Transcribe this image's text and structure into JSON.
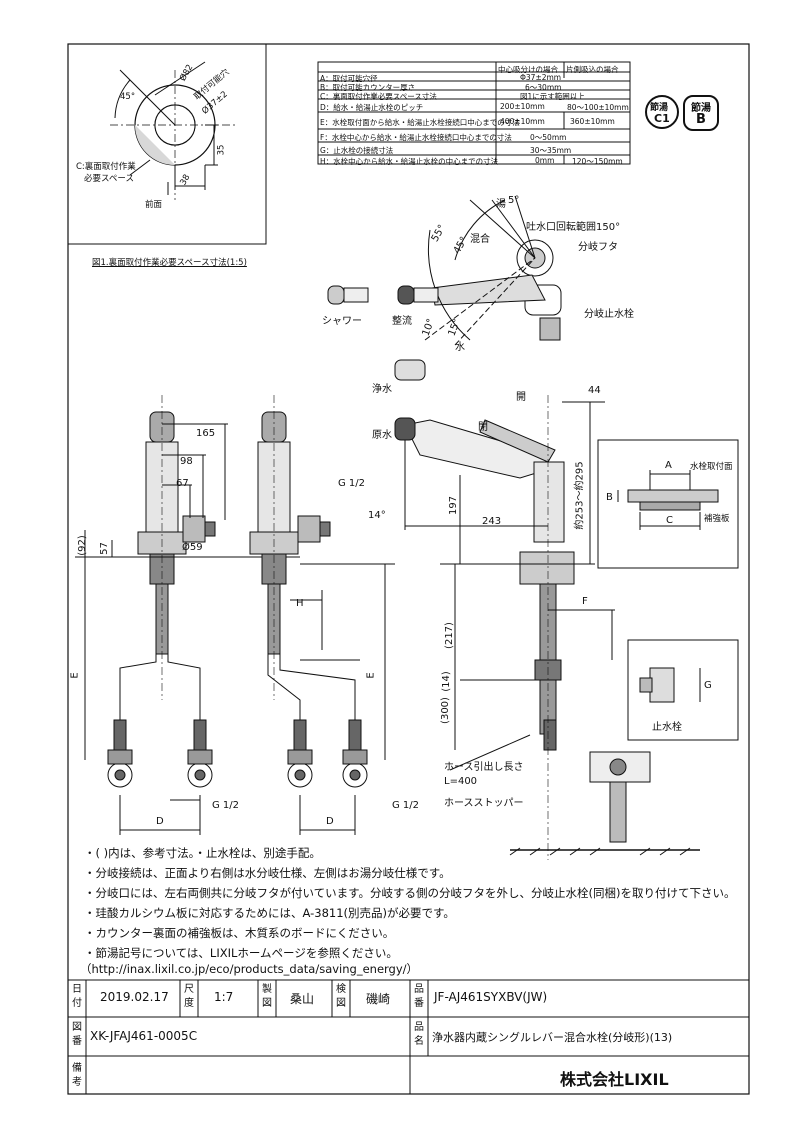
{
  "badges": {
    "water": {
      "top": "節湯",
      "grade": "C1"
    },
    "hot": {
      "top": "節湯",
      "grade": "B"
    }
  },
  "spec_table": {
    "head_a": "中心吸分けの場合",
    "head_b": "片側吸込の場合",
    "rows": [
      {
        "label": "A：取付可能穴径",
        "a": "Φ37±2mm",
        "b": ""
      },
      {
        "label": "B：取付可能カウンター厚さ",
        "a": "6〜30mm",
        "b": ""
      },
      {
        "label": "C：裏面取付作業必要スペース寸法",
        "a": "図1に示す範囲以上",
        "b": ""
      },
      {
        "label": "D：給水・給湯止水栓のピッチ",
        "a": "200±10mm",
        "b": "80〜100±10mm"
      },
      {
        "label": "E：水栓取付面から給水・給湯止水栓接続口中心までの寸法",
        "a": "400±10mm",
        "b": "360±10mm"
      },
      {
        "label": "F：水栓中心から給水・給湯止水栓接続口中心までの寸法",
        "a": "0〜50mm",
        "b": ""
      },
      {
        "label": "G：止水栓の接続寸法",
        "a": "30〜35mm",
        "b": ""
      },
      {
        "label": "H：水栓中心から給水・給湯止水栓の中心までの寸法",
        "a": "0mm",
        "b": "120〜150mm"
      }
    ]
  },
  "fig1": {
    "caption": "図1.裏面取付作業必要スペース寸法(1:5)",
    "angle": "45°",
    "dia_outer": "Ø82",
    "hole_label": "取付可能穴",
    "dia_hole": "Ø37±2",
    "dim_35": "35",
    "dim_38": "38",
    "space_label_1": "C:裏面取付作業",
    "space_label_2": "必要スペース",
    "front": "前面"
  },
  "spout_detail": {
    "hot": "湯",
    "angle_5": "5°",
    "angle_55": "55°",
    "angle_45": "45°",
    "mix": "混合",
    "rotation": "吐水口回転範囲150°",
    "branch_cap": "分岐フタ",
    "branch_valve": "分岐止水栓",
    "shower": "シャワー",
    "straight": "整流",
    "angle_10": "10°",
    "angle_15": "15°",
    "water": "水"
  },
  "front_view": {
    "d165": "165",
    "d98": "98",
    "d67": "67",
    "d92": "(92)",
    "d57": "57",
    "dia59": "Ø59",
    "g12": "G 1/2",
    "e": "E",
    "d": "D"
  },
  "side_view": {
    "g12": "G 1/2",
    "h": "H",
    "e": "E",
    "d": "D"
  },
  "right_view": {
    "purified": "浄水",
    "raw": "原水",
    "closed": "閉",
    "open": "開",
    "d44": "44",
    "d197": "197",
    "d243": "243",
    "d14deg": "14°",
    "d253": "約253〜約295",
    "d217": "(217)",
    "d14": "(14)",
    "d300": "(300)",
    "f": "F",
    "hose_len": "ホース引出し長さ",
    "hose_l": "L=400",
    "hose_stop": "ホースストッパー"
  },
  "counter_detail": {
    "a": "A",
    "b": "B",
    "c": "C",
    "mount_face": "水栓取付面",
    "reinforce": "補強板"
  },
  "valve_detail": {
    "g": "G",
    "label": "止水栓"
  },
  "notes": [
    "・( )内は、参考寸法。・止水栓は、別途手配。",
    "・分岐接続は、正面より右側は水分岐仕様、左側はお湯分岐仕様です。",
    "・分岐口には、左右両側共に分岐フタが付いています。分岐する側の分岐フタを外し、分岐止水栓(同梱)を取り付けて下さい。",
    "・珪酸カルシウム板に対応するためには、A-3811(別売品)が必要です。",
    "・カウンター裏面の補強板は、木質系のボードにください。",
    "・節湯記号については、LIXILホームページを参照ください。",
    "（http://inax.lixil.co.jp/eco/products_data/saving_energy/）"
  ],
  "title_block": {
    "date_label": "日付",
    "date": "2019.02.17",
    "scale_label": "尺度",
    "scale": "1:7",
    "drawn_label": "製図",
    "drawn": "桑山",
    "checked_label": "検図",
    "checked": "磯崎",
    "product_label": "品番",
    "product": "JF-AJ461SYXBV(JW)",
    "drawing_label": "図番",
    "drawing": "XK-JFAJ461-0005C",
    "name_label": "品名",
    "name": "浄水器内蔵シングルレバー混合水栓(分岐形)(13)",
    "remarks_label": "備考",
    "company": "株式会社LIXIL"
  }
}
